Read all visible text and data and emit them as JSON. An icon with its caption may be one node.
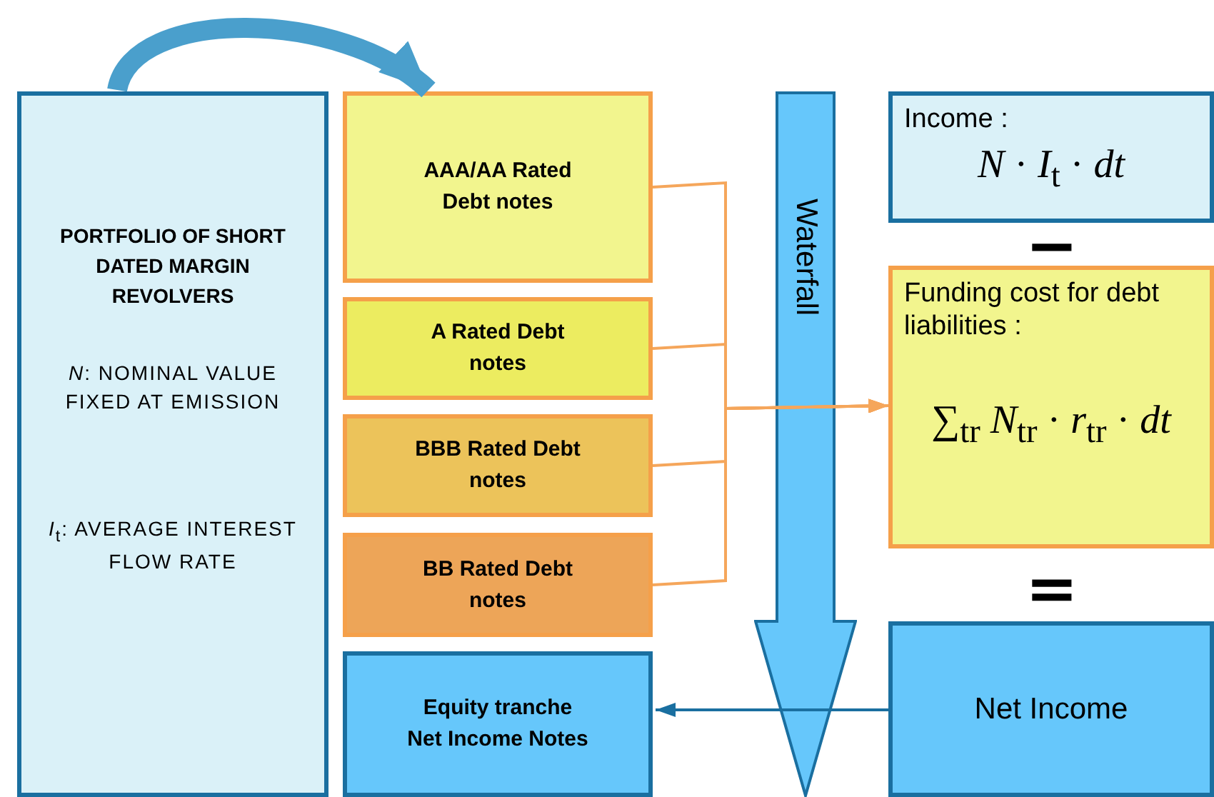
{
  "diagram": {
    "nodes": [
      {
        "text": [
          "PORTFOLIO OF SHORT DATED MARGIN REVOLVERS",
          "*N*: NOMINAL VALUE FIXED AT EMISSION",
          "*I*$_{t}$: AVERAGE INTEREST FLOW RATE"
        ]
      },
      {
        "text": [
          "AAA/AA Rated Debt notes"
        ]
      },
      {
        "text": [
          "A Rated Debt notes"
        ]
      },
      {
        "text": [
          "BBB Rated Debt notes"
        ]
      },
      {
        "text": [
          "BB Rated Debt notes"
        ]
      },
      {
        "text": [
          "Equity tranche Net Income Notes"
        ]
      },
      {
        "text": [
          "Income :",
          "*N* · *I*$_{t}$ · *dt*"
        ]
      },
      {
        "text": [
          "Funding cost for debt liabilities :",
          "∑$_{tr}$ *N*$_{tr}$ · *r*$_{tr}$ · *dt*"
        ]
      },
      {
        "text": [
          "Net Income"
        ]
      }
    ],
    "edges": [
      {
        "from": 0,
        "to": 1,
        "arrow": "to",
        "style": "thick",
        "color": "#4a9fcc"
      },
      {
        "from": 1,
        "to": 7,
        "arrow": "to"
      },
      {
        "from": 2,
        "to": 7,
        "arrow": "to"
      },
      {
        "from": 3,
        "to": 7,
        "arrow": "to"
      },
      {
        "from": 4,
        "to": 7,
        "arrow": "to"
      },
      {
        "from": 8,
        "to": 5,
        "arrow": "to",
        "color": "#1a6fa0"
      }
    ],
    "labels": [
      "Waterfall",
      "−",
      "="
    ]
  }
}
